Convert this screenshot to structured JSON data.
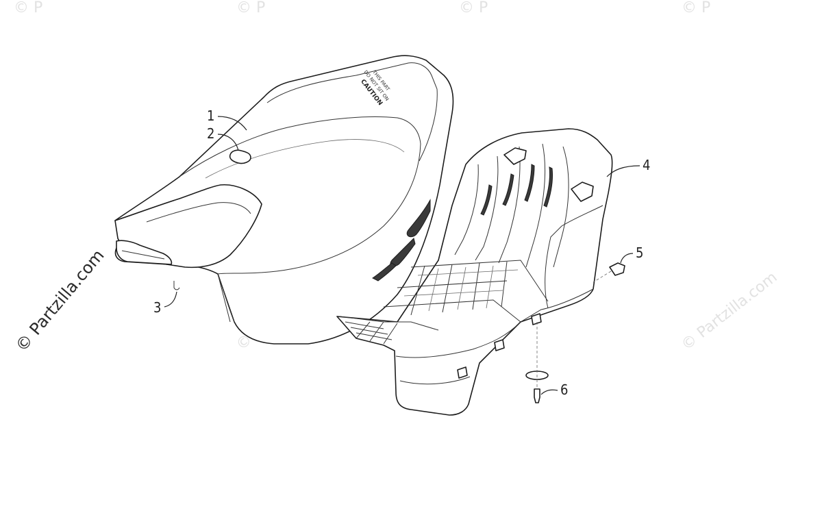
{
  "diagram": {
    "callouts": [
      {
        "id": "1",
        "label": "1"
      },
      {
        "id": "2",
        "label": "2"
      },
      {
        "id": "3",
        "label": "3"
      },
      {
        "id": "4",
        "label": "4"
      },
      {
        "id": "5",
        "label": "5"
      },
      {
        "id": "6",
        "label": "6"
      }
    ],
    "seat_decal": {
      "heading": "CAUTION",
      "line1": "DO NOT SIT ON",
      "line2": "THIS PART"
    },
    "watermark": {
      "text": "© Partzilla.com",
      "side_text": "© Partzilla.com",
      "top_marks": [
        "© P",
        "© P",
        "© P",
        "© P"
      ]
    },
    "colors": {
      "line": "#1c1c1c",
      "background": "#ffffff",
      "watermark": "#e2e2e2"
    }
  }
}
